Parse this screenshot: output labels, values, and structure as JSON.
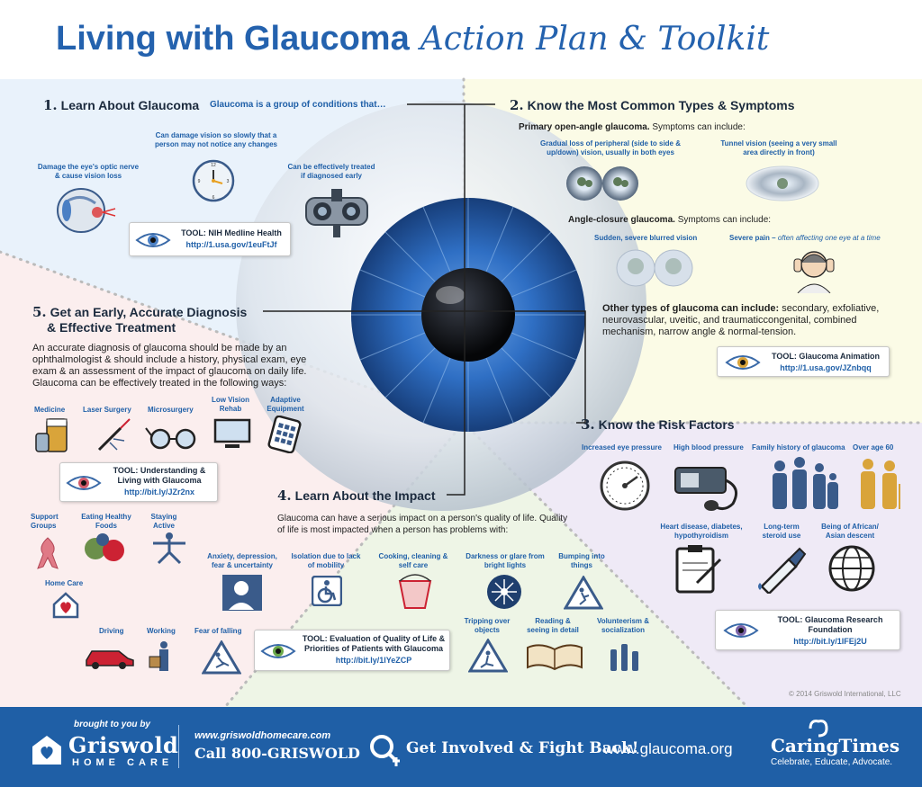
{
  "header": {
    "title": "Living with Glaucoma",
    "subtitle": "Action Plan & Toolkit"
  },
  "sec1": {
    "num": "1.",
    "title": "Learn About Glaucoma",
    "tagline": "Glaucoma is a group of conditions that…",
    "item_damage": "Damage the eye's optic nerve & cause vision loss",
    "item_slow": "Can damage vision so slowly that a person may not notice any changes",
    "item_treated": "Can be effectively treated if diagnosed early",
    "tool_title": "TOOL: NIH Medline Health",
    "tool_link": "http://1.usa.gov/1euFtJf"
  },
  "sec2": {
    "num": "2.",
    "title": "Know the Most Common Types & Symptoms",
    "open_angle_bold": "Primary open-angle glaucoma.",
    "open_angle_rest": " Symptoms can include:",
    "sym_peripheral": "Gradual loss of peripheral (side to side & up/down) vision, usually in both eyes",
    "sym_tunnel": "Tunnel vision (seeing a very small area directly in front)",
    "closure_bold": "Angle-closure glaucoma.",
    "closure_rest": " Symptoms can include:",
    "sym_blurred": "Sudden, severe blurred vision",
    "sym_pain_bold": "Severe pain – ",
    "sym_pain_italic": "often affecting one eye at a time",
    "other_bold": "Other types of glaucoma can include:",
    "other_rest": " secondary, exfoliative, neurovascular, uveitic, and traumaticcongenital, combined mechanism, narrow angle & normal-tension.",
    "tool_title": "TOOL: Glaucoma Animation",
    "tool_link": "http://1.usa.gov/JZnbqq"
  },
  "sec3": {
    "num": "3.",
    "title": "Know the Risk Factors",
    "risk_pressure": "Increased eye pressure",
    "risk_bp": "High blood pressure",
    "risk_family": "Family history of glaucoma",
    "risk_age": "Over age 60",
    "risk_heart": "Heart disease, diabetes, hypothyroidism",
    "risk_steroid": "Long-term steroid use",
    "risk_african": "Being of African/ Asian descent",
    "tool_title": "TOOL: Glaucoma Research Foundation",
    "tool_link": "http://bit.ly/1lFEj2U"
  },
  "sec4": {
    "num": "4.",
    "title": "Learn About the Impact",
    "intro": "Glaucoma can have a serious impact on a person's quality of life. Quality of life is most impacted when a person has problems with:",
    "imp_anxiety": "Anxiety, depression, fear & uncertainty",
    "imp_isolation": "Isolation due to lack of mobility",
    "imp_cooking": "Cooking, cleaning & self care",
    "imp_darkness": "Darkness or glare from bright lights",
    "imp_bumping": "Bumping into things",
    "imp_tripping": "Tripping over objects",
    "imp_reading": "Reading & seeing in detail",
    "imp_volunteer": "Volunteerism & socialization",
    "imp_driving": "Driving",
    "imp_working": "Working",
    "imp_falling": "Fear of falling",
    "tool_title": "TOOL: Evaluation of Quality of Life & Priorities of Patients with Glaucoma",
    "tool_link": "http://bit.ly/1lYeZCP"
  },
  "sec5": {
    "num": "5.",
    "title_line1": "Get an Early, Accurate Diagnosis",
    "title_line2": "& Effective Treatment",
    "body": "An accurate diagnosis of glaucoma should be made by an ophthalmologist & should include a history, physical exam, eye exam & an assessment of the impact of glaucoma on daily life. Glaucoma can be effectively treated in the following ways:",
    "tr_medicine": "Medicine",
    "tr_laser": "Laser Surgery",
    "tr_micro": "Microsurgery",
    "tr_lowvision": "Low Vision Rehab",
    "tr_adaptive": "Adaptive Equipment",
    "tool_title": "TOOL: Understanding & Living with Glaucoma",
    "tool_link": "http://bit.ly/JZr2nx",
    "sup_groups": "Support Groups",
    "sup_food": "Eating Healthy Foods",
    "sup_active": "Staying Active",
    "sup_homecare": "Home Care"
  },
  "copyright": "© 2014 Griswold International, LLC",
  "footer": {
    "brought": "brought to you by",
    "brand": "Griswold",
    "brand_sub": "HOME CARE",
    "web": "www.griswoldhomecare.com",
    "call": "Call 800-GRISWOLD",
    "cta": "Get Involved & Fight Back!",
    "site": "www.glaucoma.org",
    "caring": "CaringTimes",
    "caring_tag": "Celebrate, Educate, Advocate."
  },
  "colors": {
    "brand_blue": "#2462ae",
    "footer_blue": "#1f5fa6",
    "link_blue": "#2060a8",
    "iris_blue": "#2f6fc4"
  }
}
